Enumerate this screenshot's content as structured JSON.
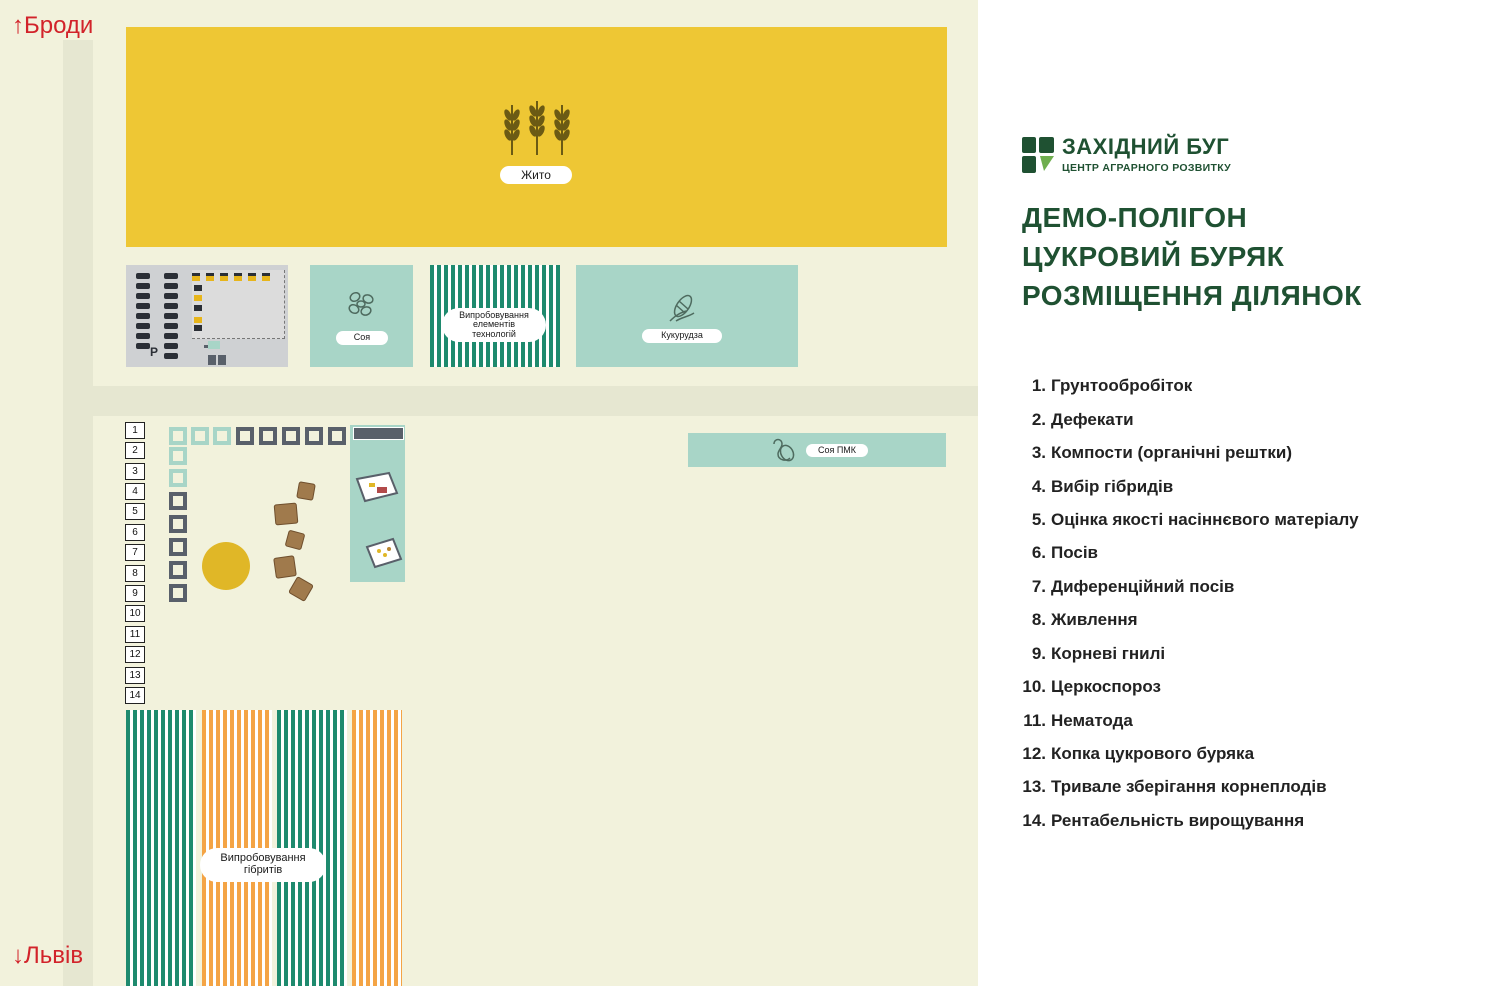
{
  "directions": {
    "north": "↑Броди",
    "south": "↓Львів"
  },
  "fields": {
    "rye": "Жито",
    "soy": "Соя",
    "tech_trial": "Випробовування елементів технологій",
    "corn": "Кукурудза",
    "soy_pmk": "Соя ПМК",
    "hybrids_trial": "Випробовування гібритів"
  },
  "parking_sign": "P",
  "station_numbers": [
    "1",
    "2",
    "3",
    "4",
    "5",
    "6",
    "7",
    "8",
    "9",
    "10",
    "11",
    "12",
    "13",
    "14"
  ],
  "logo": {
    "name": "ЗАХІДНИЙ БУГ",
    "subtitle": "ЦЕНТР АГРАРНОГО РОЗВИТКУ"
  },
  "title": [
    "ДЕМО-ПОЛІГОН",
    "ЦУКРОВИЙ БУРЯК",
    "РОЗМІЩЕННЯ ДІЛЯНОК"
  ],
  "legend": [
    {
      "num": "1.",
      "label": "Грунтообробіток"
    },
    {
      "num": "2.",
      "label": "Дефекати"
    },
    {
      "num": "3.",
      "label": "Компости (органічні рештки)"
    },
    {
      "num": "4.",
      "label": "Вибір гібридів"
    },
    {
      "num": "5.",
      "label": "Оцінка якості насіннєвого матеріалу"
    },
    {
      "num": "6.",
      "label": "Посів"
    },
    {
      "num": "7.",
      "label": "Диференційний посів"
    },
    {
      "num": "8.",
      "label": "Живлення"
    },
    {
      "num": "9.",
      "label": "Корневі гнилі"
    },
    {
      "num": "10.",
      "label": "Церкоспороз"
    },
    {
      "num": "11.",
      "label": "Нематода"
    },
    {
      "num": "12.",
      "label": "Копка цукрового буряка"
    },
    {
      "num": "13.",
      "label": "Тривале зберігання корнеплодів"
    },
    {
      "num": "14.",
      "label": "Рентабельність вирощування"
    }
  ],
  "colors": {
    "map_bg": "#f2f2dc",
    "road": "#e6e7d1",
    "rye": "#eec734",
    "mint": "#a8d5c7",
    "green_stripe": "#1e8a6e",
    "orange_stripe": "#f4a445",
    "brand_green": "#1f5132",
    "direction_red": "#d2232a",
    "tent_gray": "#59606a",
    "tent_mint": "#a8d5c7"
  }
}
